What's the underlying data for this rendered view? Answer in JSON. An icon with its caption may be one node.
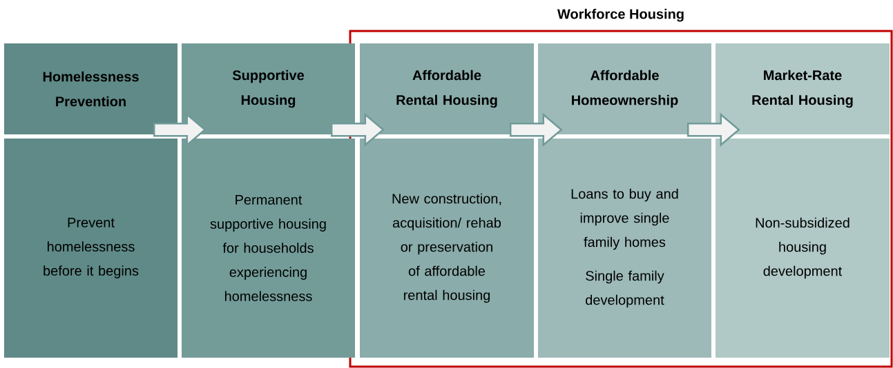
{
  "diagram": {
    "nodes": [
      {
        "text": [
          "Workforce Housing"
        ]
      },
      {
        "text": [
          "Homelessness Prevention"
        ]
      },
      {
        "text": [
          "Prevent homelessness before it begins"
        ]
      },
      {
        "text": [
          "Supportive Housing"
        ]
      },
      {
        "text": [
          "Permanent supportive housing for households experiencing homelessness"
        ]
      },
      {
        "text": [
          "Affordable Rental Housing"
        ],
        "in": 0
      },
      {
        "text": [
          "New construction, acquisition/ rehab or preservation of affordable rental housing"
        ],
        "in": 0
      },
      {
        "text": [
          "Affordable Homeownership"
        ],
        "in": 0
      },
      {
        "text": [
          "Loans to buy and improve single family homes",
          "Single family development"
        ],
        "in": 0
      },
      {
        "text": [
          "Market-Rate Rental Housing"
        ],
        "in": 0
      },
      {
        "text": [
          "Non-subsidized housing development"
        ],
        "in": 0
      }
    ],
    "edges": [
      {
        "from": 1,
        "to": 3,
        "arrow": "to"
      },
      {
        "from": 3,
        "to": 5,
        "arrow": "to"
      },
      {
        "from": 5,
        "to": 7,
        "arrow": "to"
      },
      {
        "from": 7,
        "to": 9,
        "arrow": "to"
      }
    ]
  }
}
